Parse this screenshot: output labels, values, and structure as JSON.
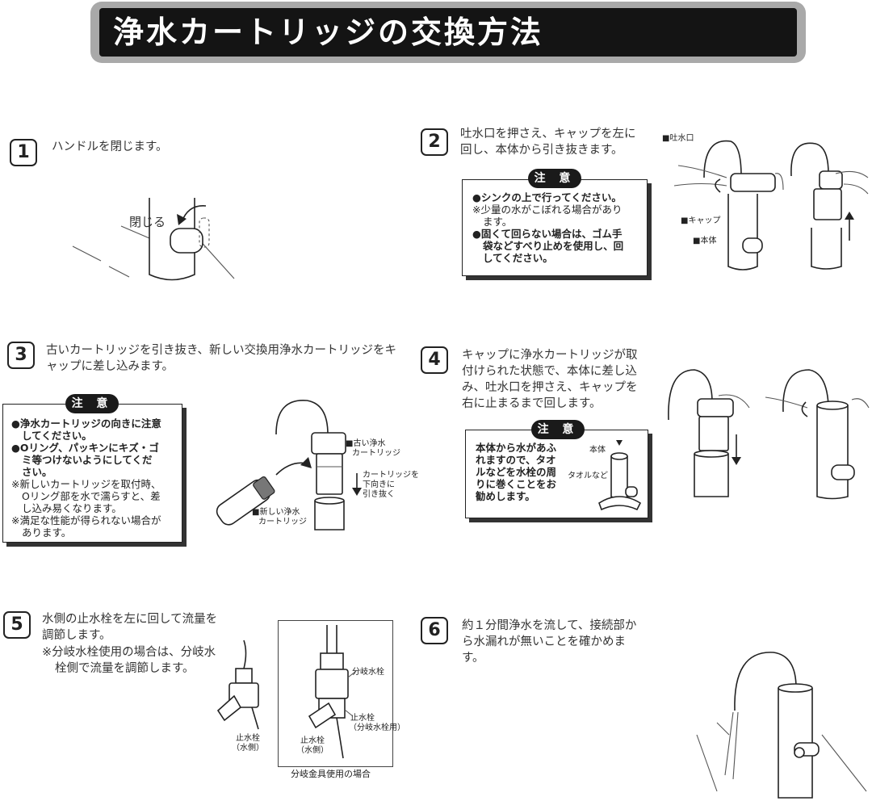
{
  "title": "浄水カートリッジの交換方法",
  "steps": [
    {
      "number": "1",
      "lines": [
        "ハンドルを閉じます。"
      ],
      "illus_label": "閉じる"
    },
    {
      "number": "2",
      "lines": [
        "吐水口を押さえ、キャップを左に",
        "回し、本体から引き抜きます。"
      ],
      "note": {
        "label": "注 意",
        "items": [
          {
            "text": "●シンクの上で行ってください。",
            "bold": true
          },
          {
            "text": "※少量の水がこぼれる場合があり",
            "bold": false
          },
          {
            "text": "ます。",
            "bold": false,
            "indent": true
          },
          {
            "text": "●固くて回らない場合は、ゴム手",
            "bold": true
          },
          {
            "text": "袋などすべり止めを使用し、回",
            "bold": true,
            "indent": true
          },
          {
            "text": "してください。",
            "bold": true,
            "indent": true
          }
        ]
      },
      "labels": {
        "spout": "■吐水口",
        "cap": "■キャップ",
        "body": "■本体"
      }
    },
    {
      "number": "3",
      "lines": [
        "古いカートリッジを引き抜き、新しい交換用浄水カートリッジをキ",
        "ャップに差し込みます。"
      ],
      "note": {
        "label": "注 意",
        "items": [
          {
            "text": "●浄水カートリッジの向きに注意",
            "bold": true
          },
          {
            "text": "してください。",
            "bold": true,
            "indent": true
          },
          {
            "text": "●Oリング、パッキンにキズ・ゴ",
            "bold": true
          },
          {
            "text": "ミ等つけないようにしてくだ",
            "bold": true,
            "indent": true
          },
          {
            "text": "さい。",
            "bold": true,
            "indent": true
          },
          {
            "text": "※新しいカートリッジを取付時、",
            "bold": false
          },
          {
            "text": "Oリング部を水で濡らすと、差",
            "bold": false,
            "indent": true
          },
          {
            "text": "し込み易くなります。",
            "bold": false,
            "indent": true
          },
          {
            "text": "※満足な性能が得られない場合が",
            "bold": false
          },
          {
            "text": "あります。",
            "bold": false,
            "indent": true
          }
        ]
      },
      "labels": {
        "old1": "■古い浄水",
        "old2": "カートリッジ",
        "pull1": "カートリッジを",
        "pull2": "下向きに",
        "pull3": "引き抜く",
        "new1": "■新しい浄水",
        "new2": "カートリッジ"
      }
    },
    {
      "number": "4",
      "lines": [
        "キャップに浄水カートリッジが取",
        "付けられた状態で、本体に差し込",
        "み、吐水口を押さえ、キャップを",
        "右に止まるまで回します。"
      ],
      "note": {
        "label": "注 意",
        "items": [
          {
            "text": "本体から水があふ",
            "bold": true
          },
          {
            "text": "れますので、タオ",
            "bold": true
          },
          {
            "text": "ルなどを水栓の周",
            "bold": true
          },
          {
            "text": "りに巻くことをお",
            "bold": true
          },
          {
            "text": "勧めします。",
            "bold": true
          }
        ]
      },
      "labels": {
        "body": "本体",
        "towel": "タオルなど"
      }
    },
    {
      "number": "5",
      "lines": [
        "水側の止水栓を左に回して流量を",
        "調節します。"
      ],
      "sub_lines": [
        "※分岐水栓使用の場合は、分岐水",
        "栓側で流量を調節します。"
      ],
      "labels": {
        "valve1": "止水栓",
        "valve2": "（水側）",
        "branch": "分岐水栓",
        "valveb1": "止水栓",
        "valveb2": "（分岐水栓用）",
        "valvew1": "止水栓",
        "valvew2": "（水側）",
        "caption": "分岐金具使用の場合"
      }
    },
    {
      "number": "6",
      "lines": [
        "約１分間浄水を流して、接続部か",
        "ら水漏れが無いことを確かめま",
        "す。"
      ]
    }
  ]
}
